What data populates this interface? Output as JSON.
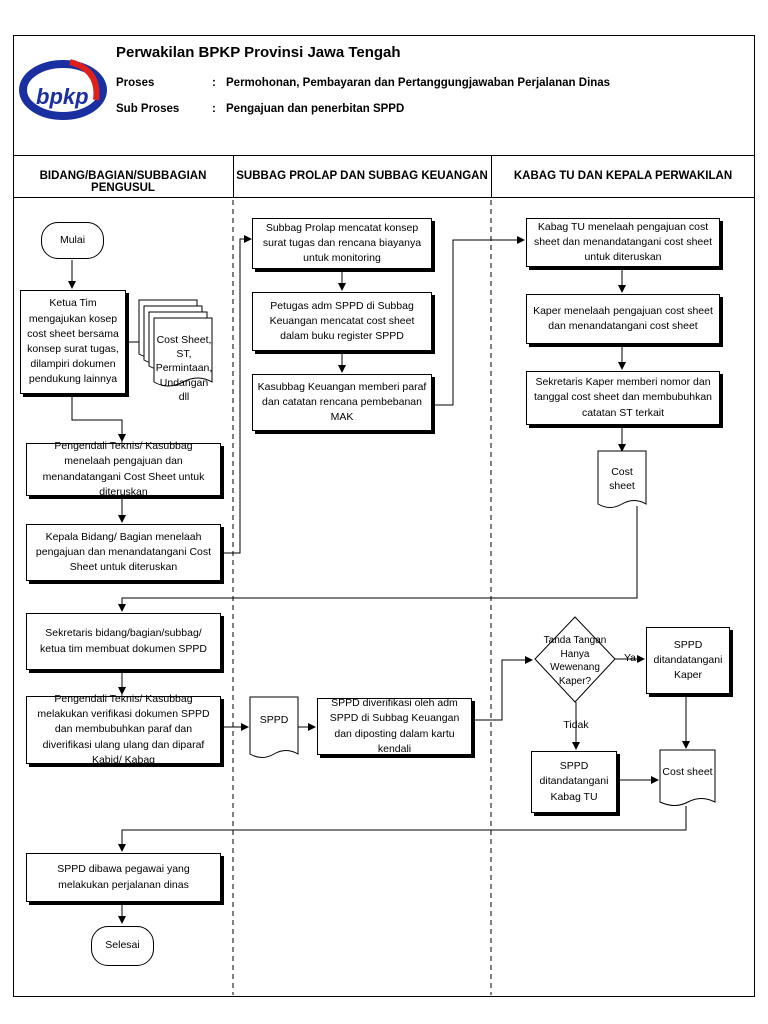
{
  "header": {
    "title": "Perwakilan BPKP Provinsi Jawa Tengah",
    "proses_label": "Proses",
    "proses_sep": ":",
    "proses_value": "Permohonan, Pembayaran dan Pertanggungjawaban Perjalanan Dinas",
    "subproses_label": "Sub Proses",
    "subproses_sep": ":",
    "subproses_value": "Pengajuan dan penerbitan SPPD",
    "logo_text": "bpkp"
  },
  "columns": [
    "BIDANG/BAGIAN/SUBBAGIAN PENGUSUL",
    "SUBBAG PROLAP DAN SUBBAG KEUANGAN",
    "KABAG TU DAN KEPALA PERWAKILAN"
  ],
  "nodes": {
    "mulai": "Mulai",
    "n1": "Ketua Tim mengajukan kosep cost sheet bersama konsep surat tugas, dilampiri dokumen pendukung lainnya",
    "doc_attach": "Cost Sheet, ST, Permintaan, Undangan dll",
    "n2": "Pengendali Teknis/ Kasubbag menelaah pengajuan dan menandatangani Cost Sheet untuk diteruskan",
    "n3": "Kepala Bidang/ Bagian menelaah pengajuan dan menandatangani Cost Sheet untuk diteruskan",
    "n4": "Subbag Prolap mencatat konsep surat tugas dan rencana biayanya untuk monitoring",
    "n5": "Petugas adm SPPD di Subbag Keuangan mencatat cost sheet dalam buku register SPPD",
    "n6": "Kasubbag Keuangan memberi paraf dan catatan rencana pembebanan MAK",
    "n7": "Kabag TU menelaah pengajuan cost sheet dan menandatangani cost sheet untuk diteruskan",
    "n8": "Kaper menelaah pengajuan cost sheet dan menandatangani cost sheet",
    "n9": "Sekretaris Kaper memberi nomor dan tanggal cost sheet dan membubuhkan catatan ST terkait",
    "doc_cs1": "Cost sheet",
    "n10": "Sekretaris bidang/bagian/subbag/ ketua tim membuat dokumen SPPD",
    "n11": "Pengendali Teknis/ Kasubbag melakukan verifikasi dokumen SPPD dan membubuhkan paraf dan diverifikasi ulang ulang dan diparaf Kabid/ Kabag",
    "doc_sppd": "SPPD",
    "n12": "SPPD diverifikasi oleh adm SPPD di Subbag Keuangan dan diposting dalam kartu kendali",
    "decision": "Tanda Tangan Hanya Wewenang Kaper?",
    "yes": "Ya",
    "no": "Tidak",
    "n13": "SPPD ditandatangani Kaper",
    "n14": "SPPD ditandatangani Kabag TU",
    "doc_cs2": "Cost sheet",
    "n15": "SPPD dibawa pegawai yang melakukan perjalanan dinas",
    "selesai": "Selesai"
  },
  "colors": {
    "logo_blue": "#1a2fa0",
    "logo_red": "#e0201b",
    "line": "#000000"
  }
}
